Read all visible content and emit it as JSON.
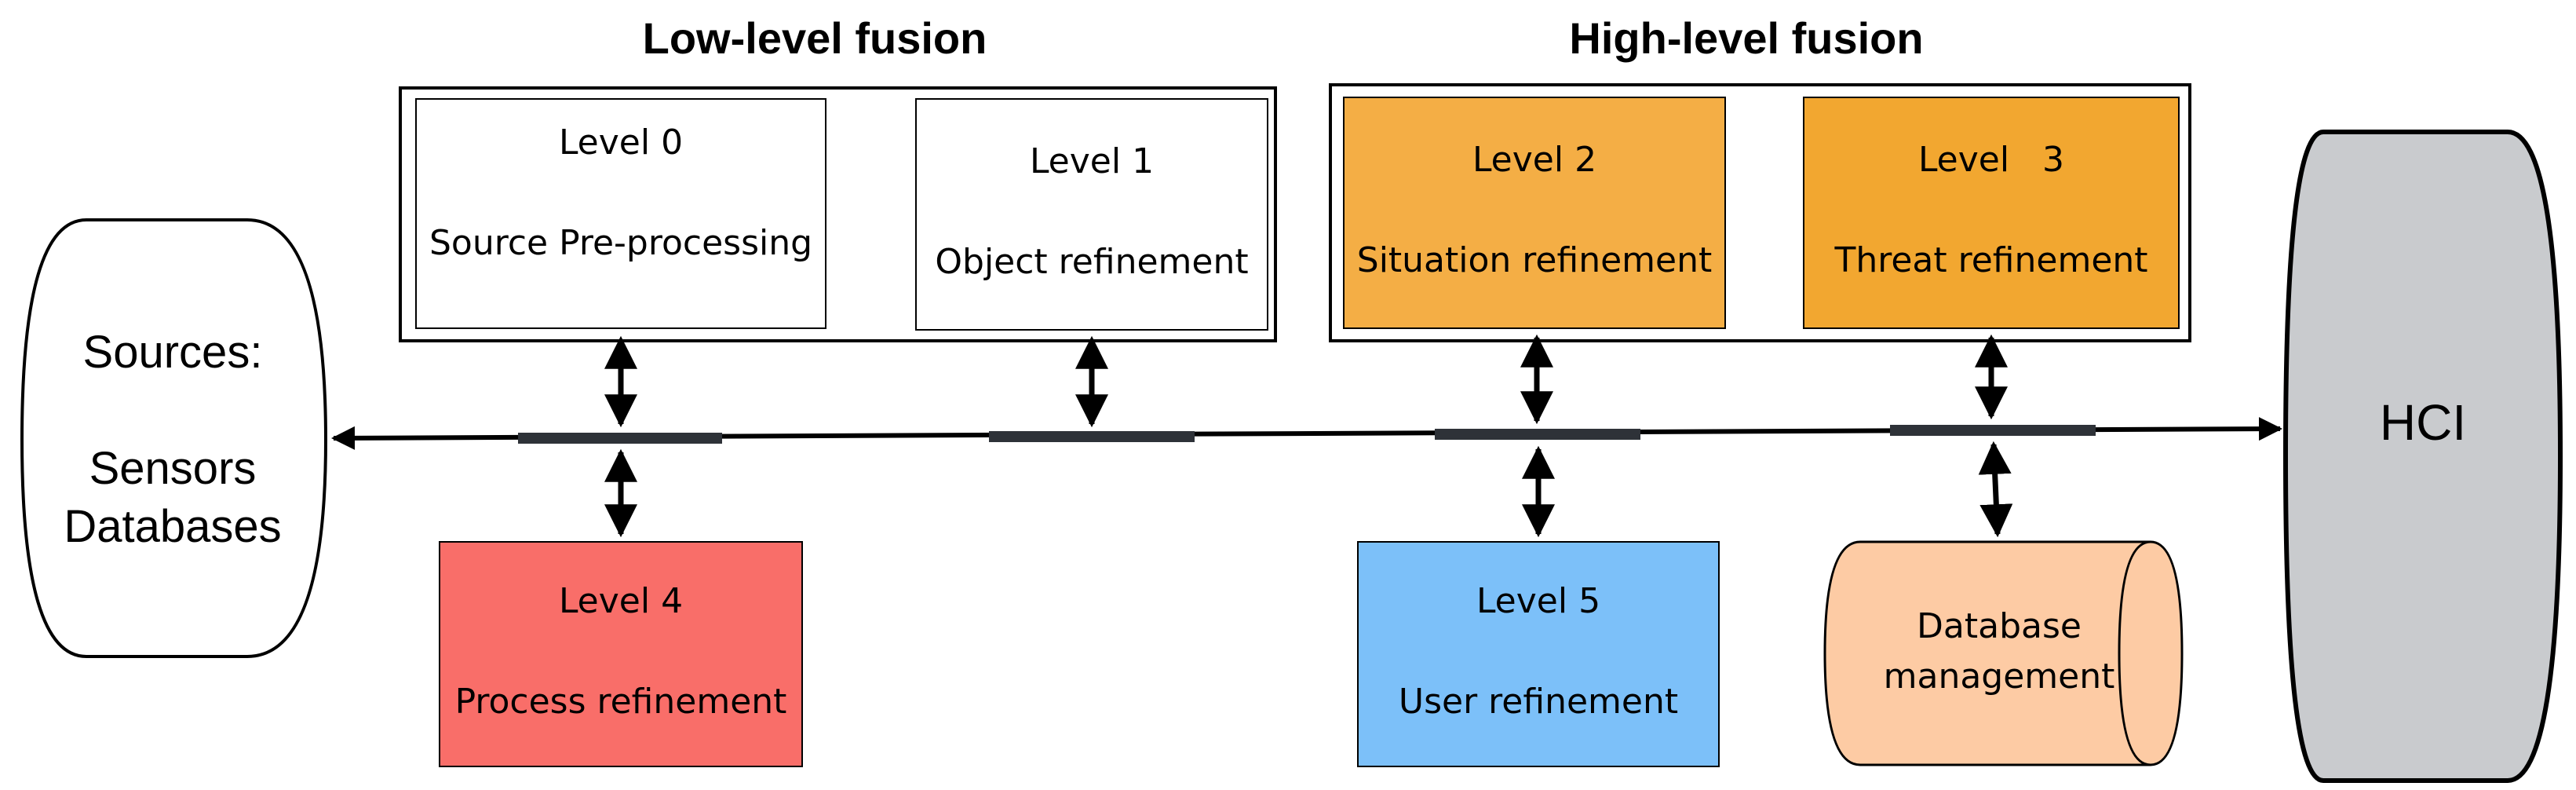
{
  "headings": {
    "low": "Low-level fusion",
    "high": "High-level fusion"
  },
  "sources": {
    "title": "Sources:",
    "line1": "Sensors",
    "line2": "Databases"
  },
  "levels": {
    "l0": {
      "level": "Level 0",
      "name": "Source Pre-processing"
    },
    "l1": {
      "level": "Level 1",
      "name": "Object refinement"
    },
    "l2": {
      "level": "Level 2",
      "name": "Situation refinement"
    },
    "l3": {
      "level": "Level   3",
      "name": "Threat refinement"
    },
    "l4": {
      "level": "Level 4",
      "name": "Process refinement"
    },
    "l5": {
      "level": "Level 5",
      "name": "User refinement"
    }
  },
  "database": {
    "line1": "Database",
    "line2": "management"
  },
  "hci": {
    "label": "HCI"
  },
  "colors": {
    "level2": "#F4AE45",
    "level3": "#F2A730",
    "level4": "#F96E69",
    "level5": "#7CC0F9",
    "database": "#FDCBA4",
    "hci": "#C9CBCE",
    "bus_segment": "#2E3238"
  }
}
